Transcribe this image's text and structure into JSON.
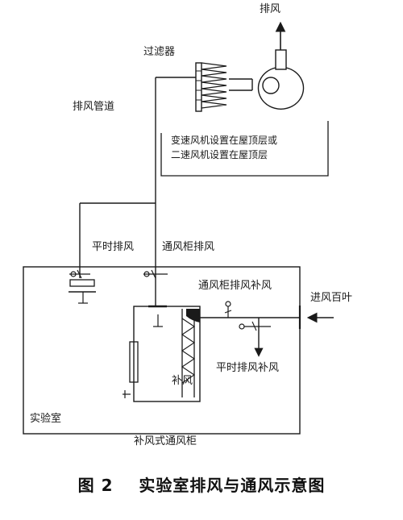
{
  "labels": {
    "exhaust_top": "排风",
    "filter": "过滤器",
    "exhaust_duct": "排风管道",
    "fan_note_line1": "变速风机设置在屋顶层或",
    "fan_note_line2": "二速风机设置在屋顶层",
    "normal_exhaust": "平时排风",
    "hood_exhaust": "通风柜排风",
    "hood_makeup": "通风柜排风补风",
    "intake_louver": "进风百叶",
    "normal_makeup": "平时排风补风",
    "makeup_air": "补风",
    "lab_room": "实验室",
    "hood_name": "补风式通风柜"
  },
  "caption": {
    "figure_no": "图 2",
    "title": "实验室排风与通风示意图"
  },
  "colors": {
    "line": "#1a1a1a",
    "background": "#ffffff"
  }
}
